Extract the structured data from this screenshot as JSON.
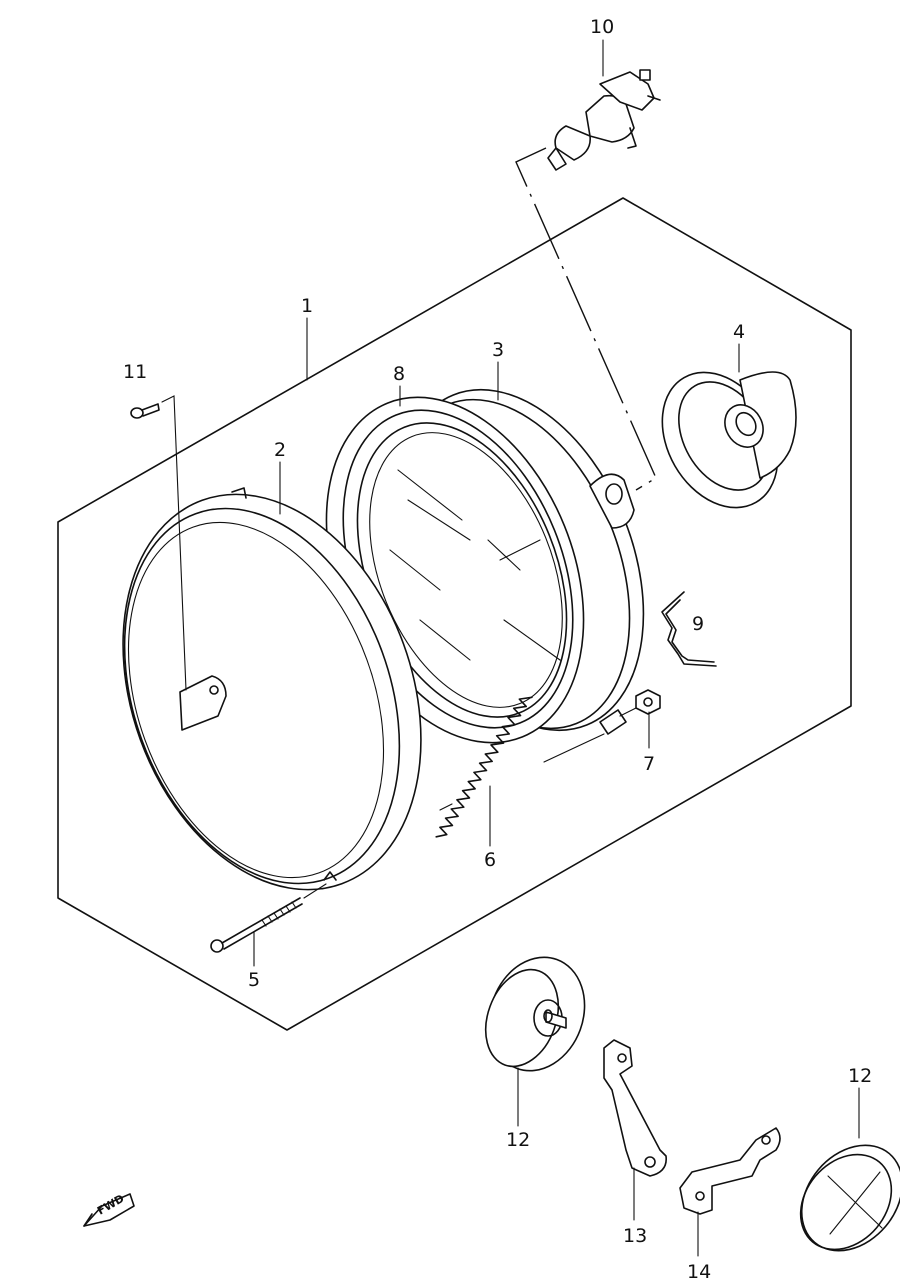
{
  "parts": [
    {
      "id": "part-1",
      "label": "1"
    },
    {
      "id": "part-2",
      "label": "2"
    },
    {
      "id": "part-3",
      "label": "3"
    },
    {
      "id": "part-4",
      "label": "4"
    },
    {
      "id": "part-5",
      "label": "5"
    },
    {
      "id": "part-6",
      "label": "6"
    },
    {
      "id": "part-7",
      "label": "7"
    },
    {
      "id": "part-8",
      "label": "8"
    },
    {
      "id": "part-9",
      "label": "9"
    },
    {
      "id": "part-10",
      "label": "10"
    },
    {
      "id": "part-11",
      "label": "11"
    },
    {
      "id": "part-12a",
      "label": "12"
    },
    {
      "id": "part-12b",
      "label": "12"
    },
    {
      "id": "part-13",
      "label": "13"
    },
    {
      "id": "part-14",
      "label": "14"
    }
  ],
  "direction_arrow": {
    "label": "FWD"
  }
}
